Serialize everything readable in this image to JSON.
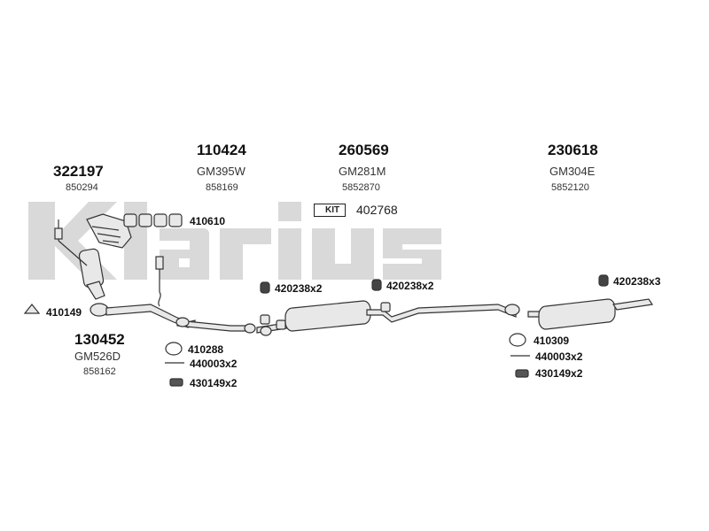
{
  "watermark": "Klarius",
  "groups": {
    "g322197": {
      "part": "322197",
      "sub": "850294"
    },
    "g110424": {
      "part": "110424",
      "code": "GM395W",
      "sub": "858169"
    },
    "g260569": {
      "part": "260569",
      "code": "GM281M",
      "sub": "5852870"
    },
    "g230618": {
      "part": "230618",
      "code": "GM304E",
      "sub": "5852120"
    },
    "g130452": {
      "part": "130452",
      "code": "GM526D",
      "sub": "858162"
    }
  },
  "kit": {
    "badge": "KIT",
    "number": "402768"
  },
  "labels": {
    "l410610": "410610",
    "l410149": "410149",
    "l420238_a": "420238x2",
    "l420238_b": "420238x2",
    "l420238_c": "420238x3",
    "l410288": "410288",
    "l440003_a": "440003x2",
    "l430149_a": "430149x2",
    "l410309": "410309",
    "l440003_b": "440003x2",
    "l430149_b": "430149x2"
  },
  "colors": {
    "watermark": "#d8d8d8",
    "line": "#333333",
    "part_fill": "#e6e6e6"
  }
}
